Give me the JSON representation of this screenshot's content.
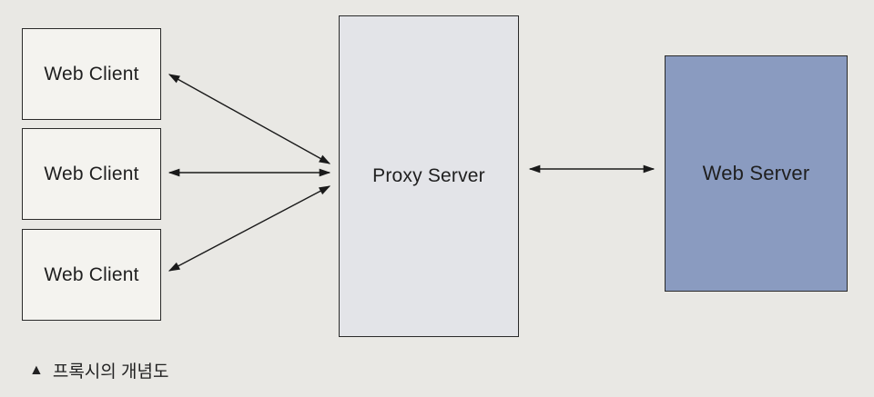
{
  "clients": [
    {
      "label": "Web Client"
    },
    {
      "label": "Web Client"
    },
    {
      "label": "Web Client"
    }
  ],
  "proxy": {
    "label": "Proxy Server"
  },
  "server": {
    "label": "Web Server"
  },
  "caption": {
    "marker": "▲",
    "text": "프록시의 개념도"
  },
  "colors": {
    "client_fill": "#f4f3ef",
    "proxy_fill": "#e3e4e8",
    "server_fill": "#8a9bc0",
    "line": "#1a1a1a"
  }
}
